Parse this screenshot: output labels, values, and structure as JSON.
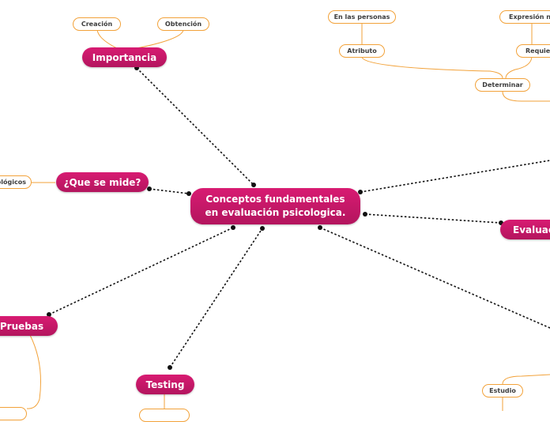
{
  "central": {
    "label": "Conceptos fundamentales en evaluación psicologica."
  },
  "topics": {
    "importancia": "Importancia",
    "que_se_mide": "¿Que se mide?",
    "pruebas": "Pruebas",
    "testing": "Testing",
    "evaluacion": "Evaluac"
  },
  "leaves": {
    "creacion": "Creación",
    "obtencion": "Obtención",
    "en_las_personas": "En las personas",
    "atributo": "Atributo",
    "expresion": "Expresión nu",
    "requiere": "Requier",
    "determinar": "Determinar",
    "psicologicos": "icológicos",
    "estudio": "Estudio"
  },
  "colors": {
    "topic_fill": "#c8186a",
    "leaf_border": "#f2a23a",
    "connector": "#111111"
  }
}
